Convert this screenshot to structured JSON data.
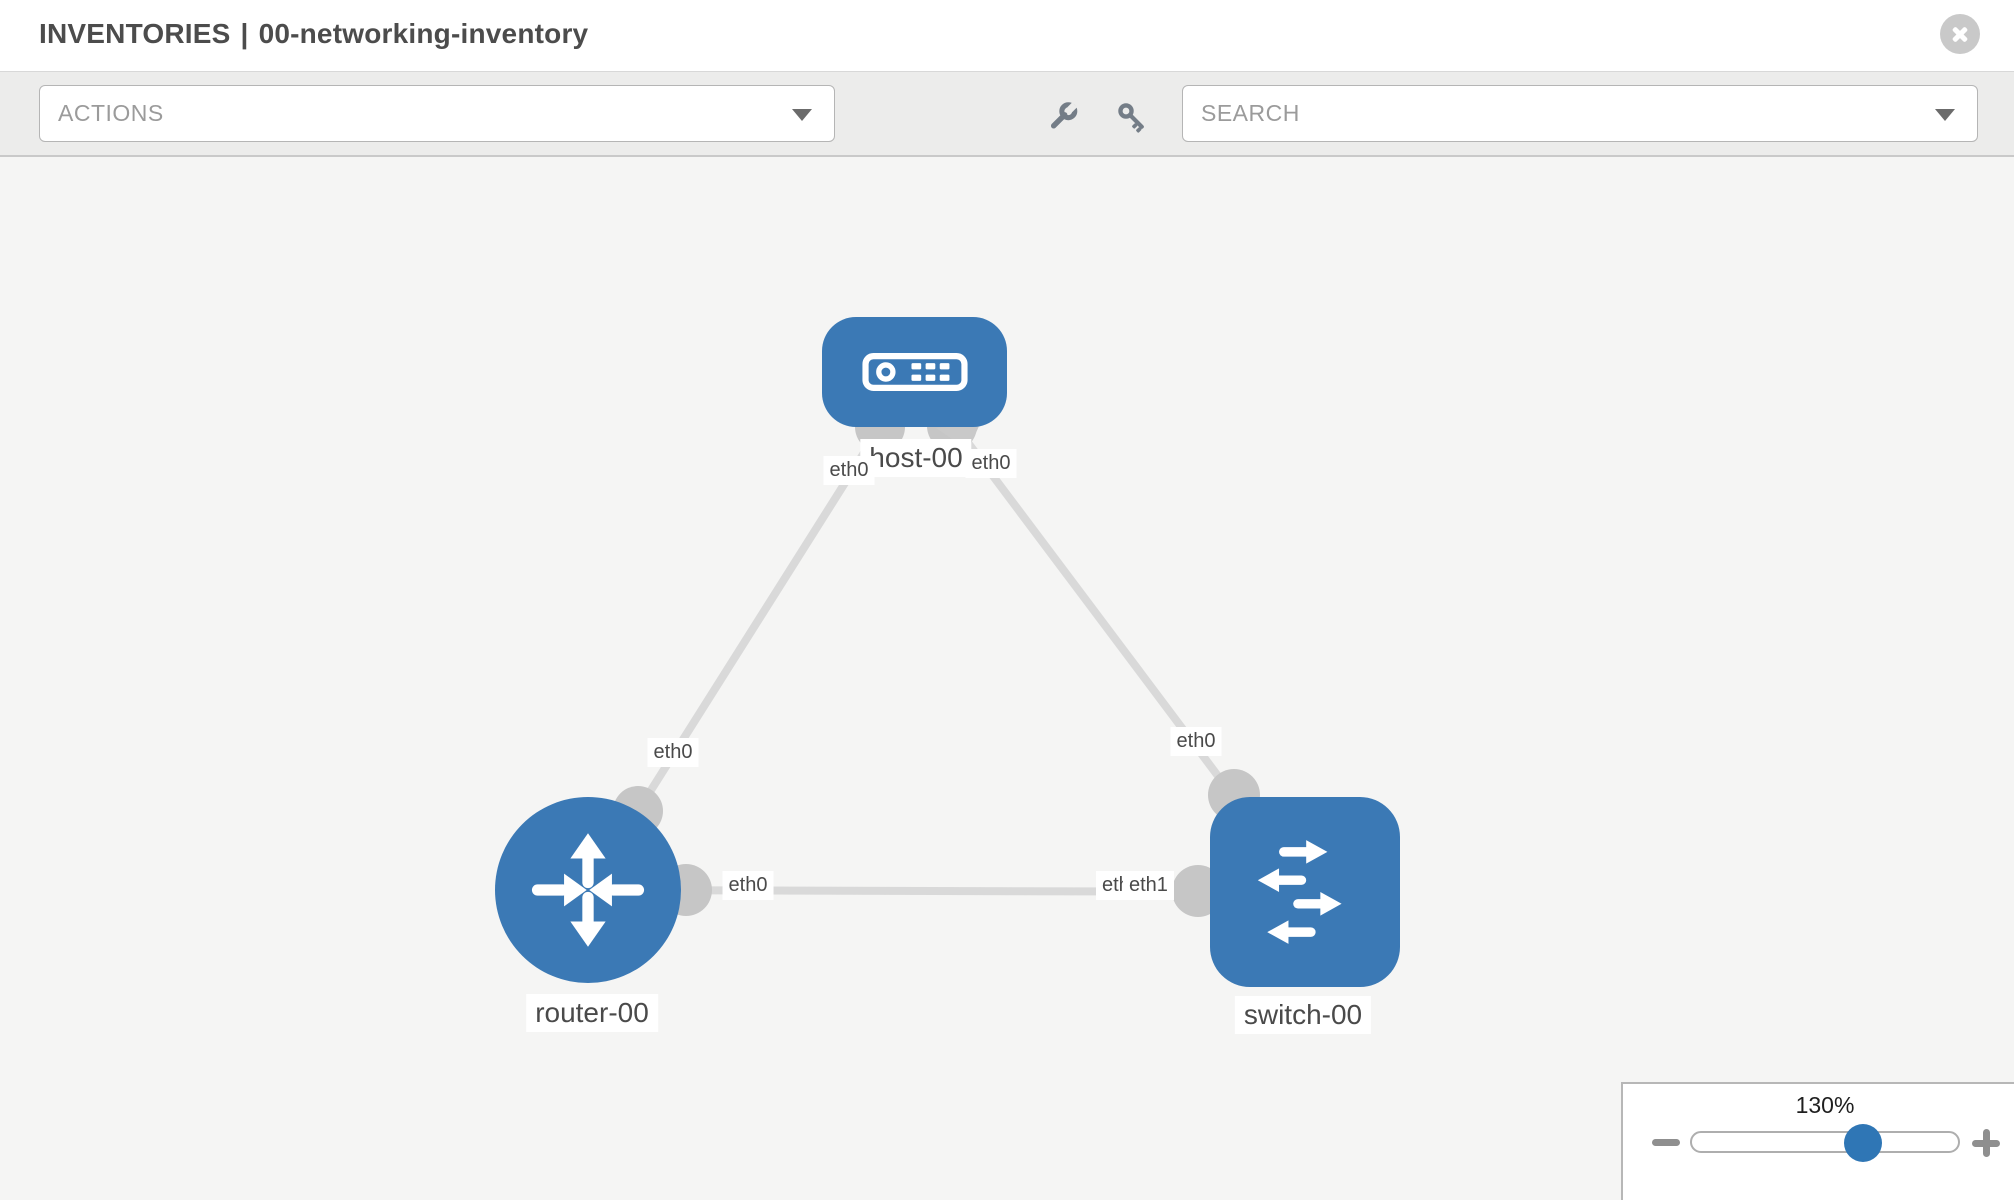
{
  "window": {
    "title_prefix": "INVENTORIES",
    "title_separator": "|",
    "inventory_name": "00-networking-inventory"
  },
  "toolbar": {
    "actions_label": "ACTIONS",
    "search_label": "SEARCH",
    "icons": [
      "wrench-icon",
      "key-icon"
    ]
  },
  "topology": {
    "nodes": [
      {
        "id": "host-00",
        "type": "host",
        "label": "host-00",
        "icon": "host-icon"
      },
      {
        "id": "router-00",
        "type": "router",
        "label": "router-00",
        "icon": "router-icon"
      },
      {
        "id": "switch-00",
        "type": "switch",
        "label": "switch-00",
        "icon": "switch-icon"
      }
    ],
    "links": [
      {
        "from": "host-00",
        "to": "router-00",
        "from_interface": "eth0",
        "to_interface": "eth0"
      },
      {
        "from": "host-00",
        "to": "switch-00",
        "from_interface": "eth0",
        "to_interface": "eth0"
      },
      {
        "from": "router-00",
        "to": "switch-00",
        "from_interface": "eth0",
        "to_interface": "eth1",
        "to_interface_back": "eth0"
      }
    ]
  },
  "zoom_control": {
    "level": "130%"
  },
  "colors": {
    "node_blue": "#3b79b5",
    "edge_gray": "#d9d9d9",
    "port_gray": "#c6c6c6",
    "slider_handle_blue": "#2f76b5",
    "toolbar_bg": "#ececeb",
    "canvas_bg": "#f5f5f4",
    "icon_slate": "#747d87"
  }
}
